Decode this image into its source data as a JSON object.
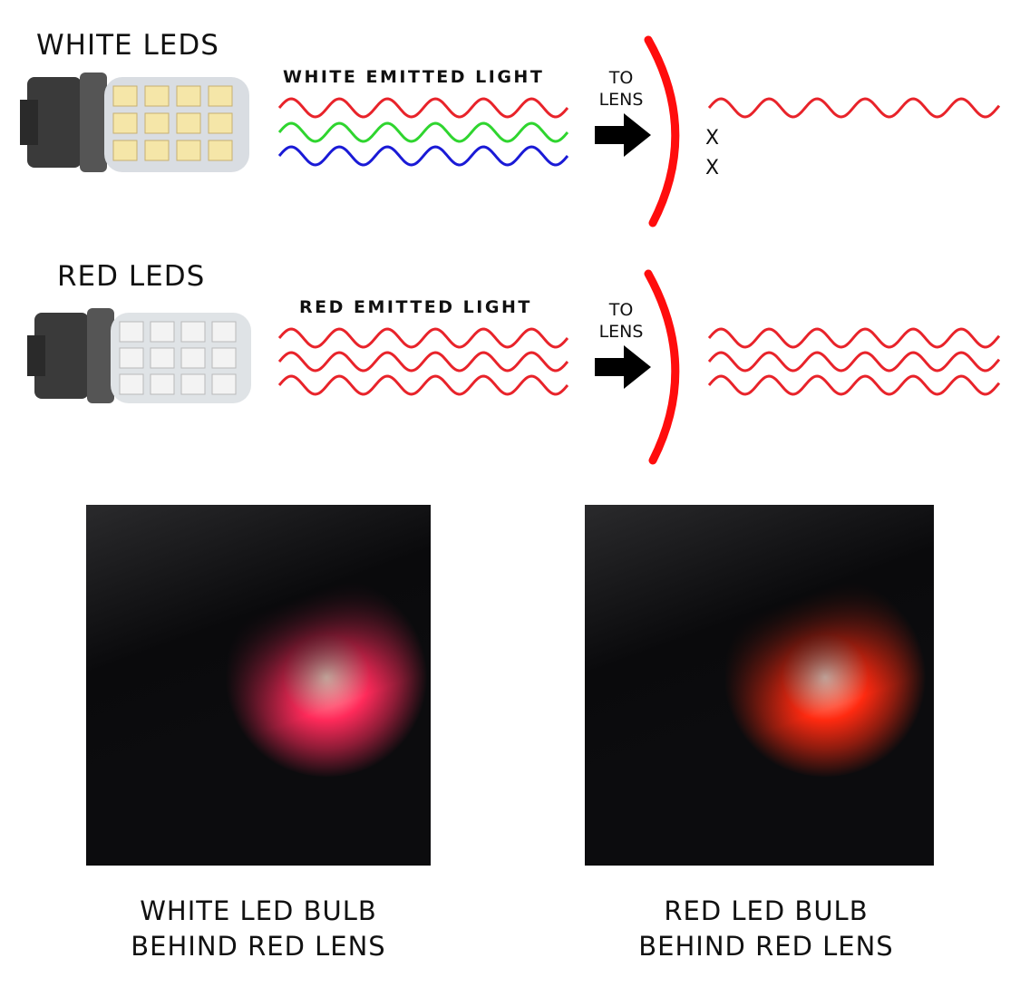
{
  "rows": [
    {
      "heading": "WHITE LEDS",
      "emitted_label": "WHITE EMITTED LIGHT",
      "to_lens": [
        "TO",
        "LENS"
      ],
      "emitted_colors": [
        "#e8232a",
        "#2fd52f",
        "#1a1ad6"
      ],
      "passed_colors": [
        "#e8232a"
      ],
      "blocked_marks": [
        "X",
        "X"
      ]
    },
    {
      "heading": "RED LEDS",
      "emitted_label": "RED EMITTED LIGHT",
      "to_lens": [
        "TO",
        "LENS"
      ],
      "emitted_colors": [
        "#e8232a",
        "#e8232a",
        "#e8232a"
      ],
      "passed_colors": [
        "#e8232a",
        "#e8232a",
        "#e8232a"
      ]
    }
  ],
  "lens_color": "#ff0d0d",
  "photos": [
    {
      "caption": [
        "WHITE LED BULB",
        "BEHIND RED LENS"
      ],
      "glow_color": "#ff2a5a"
    },
    {
      "caption": [
        "RED LED BULB",
        "BEHIND RED LENS"
      ],
      "glow_color": "#ff2a10"
    }
  ]
}
